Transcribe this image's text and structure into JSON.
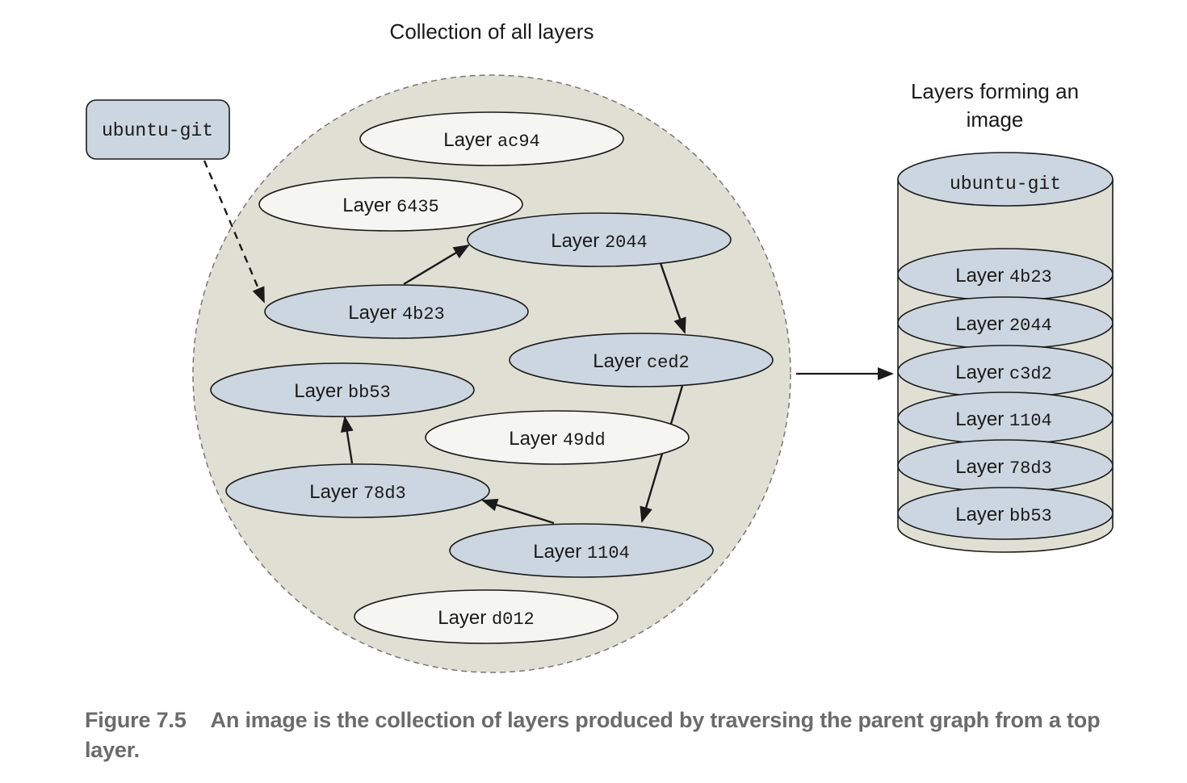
{
  "titles": {
    "collection": "Collection of all layers",
    "image_line1": "Layers forming an",
    "image_line2": "image"
  },
  "tag_box": {
    "label": "ubuntu-git"
  },
  "layer_prefix": "Layer",
  "colors": {
    "in_image_fill": "#cbd6e0",
    "orphan_fill": "#f5f5f1",
    "collection_fill": "#e0dfd4",
    "stroke": "#1a1a1a",
    "caption": "#6b6b6b"
  },
  "collection_layers": [
    {
      "id": "ac94",
      "in_image": false
    },
    {
      "id": "6435",
      "in_image": false
    },
    {
      "id": "2044",
      "in_image": true
    },
    {
      "id": "4b23",
      "in_image": true
    },
    {
      "id": "ced2",
      "in_image": true
    },
    {
      "id": "bb53",
      "in_image": true
    },
    {
      "id": "49dd",
      "in_image": false
    },
    {
      "id": "78d3",
      "in_image": true
    },
    {
      "id": "1104",
      "in_image": true
    },
    {
      "id": "d012",
      "in_image": false
    }
  ],
  "parent_edges": [
    {
      "from": "ubuntu-git",
      "to": "4b23",
      "style": "dashed"
    },
    {
      "from": "4b23",
      "to": "2044",
      "style": "solid"
    },
    {
      "from": "2044",
      "to": "ced2",
      "style": "solid"
    },
    {
      "from": "ced2",
      "to": "1104",
      "style": "solid"
    },
    {
      "from": "1104",
      "to": "78d3",
      "style": "solid"
    },
    {
      "from": "78d3",
      "to": "bb53",
      "style": "solid"
    }
  ],
  "image_stack": {
    "top": "ubuntu-git",
    "layers": [
      "4b23",
      "2044",
      "c3d2",
      "1104",
      "78d3",
      "bb53"
    ]
  },
  "caption": {
    "figure_number": "Figure 7.5",
    "text": "An image is the collection of layers produced by traversing the parent graph from a top layer."
  }
}
